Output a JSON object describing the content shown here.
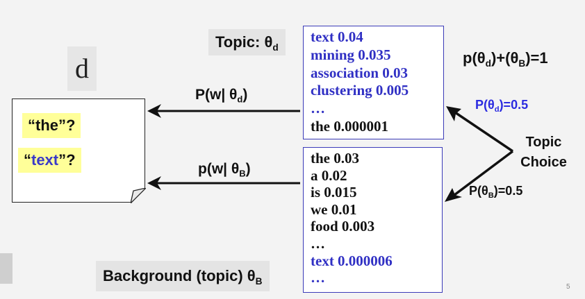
{
  "topic_label": {
    "text": "Topic: θ",
    "sub": "d"
  },
  "background_label": {
    "text": "Background (topic) θ",
    "sub": "B"
  },
  "doc_label": "d",
  "document": {
    "word1": "“the”?",
    "word2_open": "“",
    "word2_blue": "text",
    "word2_close": "”?"
  },
  "topic_dist": [
    {
      "text": "text  0.04",
      "color": "blue"
    },
    {
      "text": "mining 0.035",
      "color": "blue"
    },
    {
      "text": "association 0.03",
      "color": "blue"
    },
    {
      "text": "clustering 0.005",
      "color": "blue"
    },
    {
      "text": "…",
      "color": "blue"
    },
    {
      "text": "the 0.000001",
      "color": "dark"
    }
  ],
  "background_dist": [
    {
      "text": "the 0.03",
      "color": "dark"
    },
    {
      "text": "a 0.02",
      "color": "dark"
    },
    {
      "text": "is 0.015",
      "color": "dark"
    },
    {
      "text": "we 0.01",
      "color": "dark"
    },
    {
      "text": "food 0.003",
      "color": "dark"
    },
    {
      "text": "…",
      "color": "dark"
    },
    {
      "text": "text  0.000006",
      "color": "blue"
    },
    {
      "text": "…",
      "color": "blue"
    }
  ],
  "constraint": {
    "p1": "p(θ",
    "s1": "d",
    "p2": ")+(θ",
    "s2": "B",
    "p3": ")=1"
  },
  "prob_d": {
    "pre": "P(θ",
    "sub": "d",
    "post": ")=0.5"
  },
  "prob_b": {
    "pre": "P(θ",
    "sub": "B",
    "post": ")=0.5"
  },
  "topic_choice": {
    "line1": "Topic",
    "line2": "Choice"
  },
  "pw_d": {
    "pre": "P(w| θ",
    "sub": "d",
    "post": ")"
  },
  "pw_b": {
    "pre": "p(w| θ",
    "sub": "B",
    "post": ")"
  },
  "page_number": "5",
  "colors": {
    "blue_text": "#3030c4",
    "highlight": "#ffff99",
    "box_border": "#3a3ab8"
  }
}
